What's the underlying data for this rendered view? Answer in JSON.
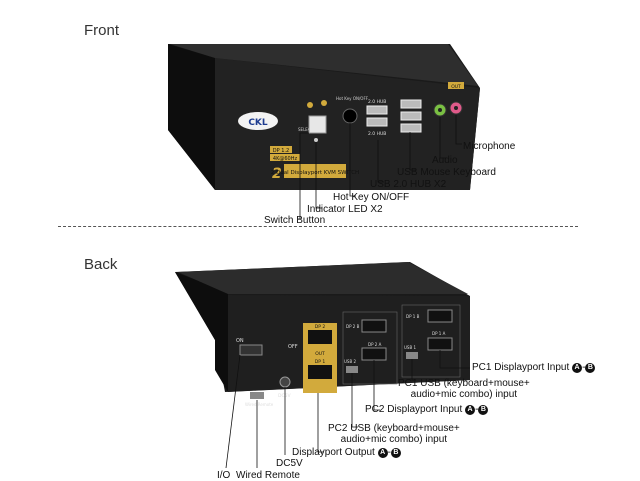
{
  "front": {
    "title": "Front",
    "device": {
      "logo": "CKL",
      "badges": [
        "DP 1.2",
        "4K@60Hz"
      ],
      "model": "2 Dual Displayport KVM SWITCH",
      "select_label": "SELECT",
      "hotkey_label": "Hot Key ON/OFF",
      "hub_top": "2.0 HUB",
      "hub_bottom": "2.0 HUB",
      "out_label": "OUT"
    },
    "callouts": {
      "microphone": "Microphone",
      "audio": "Audio",
      "usb_mouse_keyboard": "USB Mouse Keyboard",
      "usb_hub": "USB 2.0 HUB X2",
      "hot_key": "Hot Key ON/OFF",
      "indicator_led": "Indicator LED X2",
      "switch_button": "Switch Button"
    }
  },
  "back": {
    "title": "Back",
    "device": {
      "on_label": "ON",
      "off_label": "OFF",
      "dc_label": "DC5V",
      "remote_label": "Wired Remote",
      "port_labels": [
        "DP 2",
        "OUT",
        "DP 1",
        "DP 2 B",
        "DP 2 A",
        "USB 2",
        "DP 1 B",
        "DP 1 A",
        "USB 1"
      ]
    },
    "callouts": {
      "pc1_dp": "PC1 Displayport Input",
      "pc1_usb_line1": "PC1 USB (keyboard+mouse+",
      "pc1_usb_line2": "audio+mic combo) input",
      "pc2_dp": "PC2 Displayport Input",
      "pc2_usb_line1": "PC2 USB (keyboard+mouse+",
      "pc2_usb_line2": "audio+mic combo) input",
      "dp_output": "Displayport Output",
      "dc5v": "DC5V",
      "io": "I/O",
      "wired_remote": "Wired Remote"
    },
    "badge_a": "A",
    "badge_b": "B",
    "badge_sep": "-"
  }
}
